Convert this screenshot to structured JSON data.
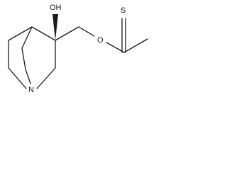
{
  "molecule": {
    "atoms": {
      "nitrogen": "N",
      "hydroxyl": "OH",
      "ether_oxygen": "O",
      "thione_sulfur": "S"
    },
    "colors": {
      "ink": "#1a1a1a",
      "background": "#ffffff"
    }
  }
}
